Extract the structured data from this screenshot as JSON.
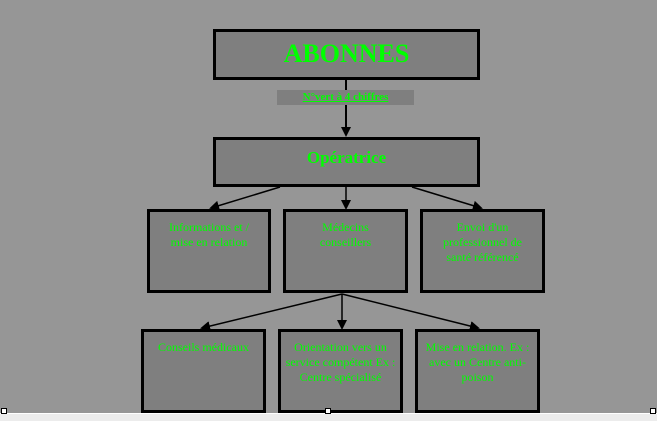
{
  "title": "ABONNES",
  "connector_label": "N°vert à 4 chiffres",
  "operator": "Opératrice",
  "level2": [
    "Informations et / mise en relation",
    "Médecins conseillers",
    "Envoi d'un professionnel de santé référencé"
  ],
  "level3": [
    "Conseils médicaux",
    "Orientation vers un service compétent Ex : Centre spécialisé",
    "Mise en relation. Ex : avec un Centre anti-poison"
  ],
  "colors": {
    "background": "#969696",
    "box_fill": "#7f7f7f",
    "text": "#00ff00",
    "stroke": "#000000"
  }
}
